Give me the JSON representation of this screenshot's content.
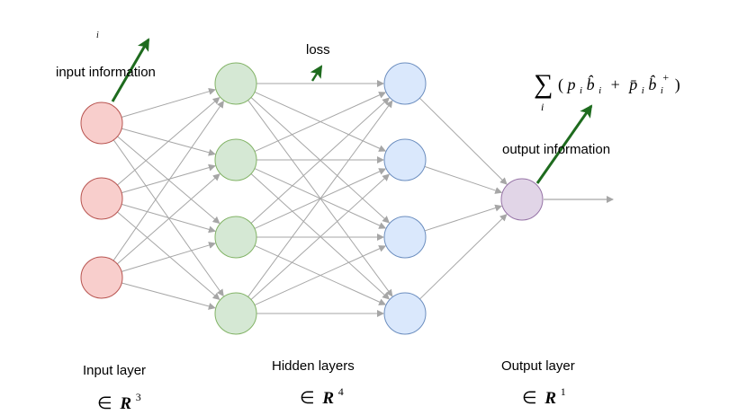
{
  "labels": {
    "input_information": "input information",
    "loss": "loss",
    "output_information": "output information",
    "stray_index": "i"
  },
  "layers": {
    "input": {
      "title": "Input layer",
      "space_symbol": "∈",
      "space_set": "R",
      "space_dim": "3",
      "node_count": 3,
      "fill": "#f8cecc",
      "stroke": "#b85450"
    },
    "hidden": {
      "title": "Hidden layers",
      "space_symbol": "∈",
      "space_set": "R",
      "space_dim": "4",
      "node_count": 4,
      "fill_a": "#d5e8d4",
      "stroke_a": "#82b366",
      "fill_b": "#dae8fc",
      "stroke_b": "#6c8ebf"
    },
    "output": {
      "title": "Output layer",
      "space_symbol": "∈",
      "space_set": "R",
      "space_dim": "1",
      "node_count": 1,
      "fill": "#e1d5e7",
      "stroke": "#9673a6"
    }
  },
  "formula": {
    "sum": "∑",
    "sub": "i",
    "open": "(",
    "p": "p",
    "i1": "i",
    "bhat": "b̂",
    "i2": "i",
    "plus": "+",
    "pbar": "p̄",
    "i3": "i",
    "bhat2": "b̂",
    "i4": "i",
    "sup": "+",
    "close": ")"
  },
  "colors": {
    "edge": "#a6a6a6",
    "arrow_green": "#1e6b1e"
  }
}
